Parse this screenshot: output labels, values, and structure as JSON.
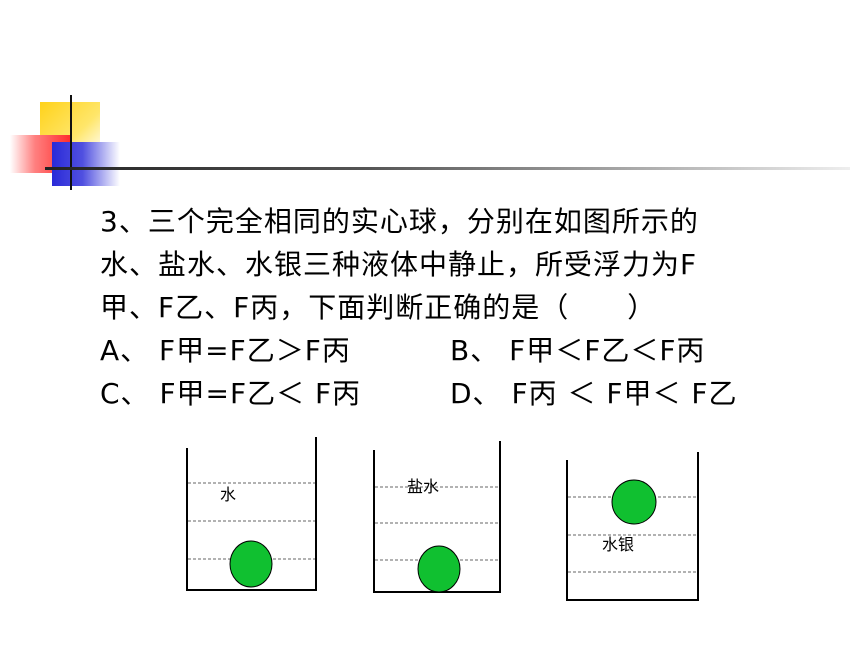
{
  "question": {
    "lines": [
      "3、三个完全相同的实心球，分别在如图所示的",
      "水、盐水、水银三种液体中静止，所受浮力为F",
      "甲、F乙、F丙，下面判断正确的是（　　）"
    ],
    "options": {
      "A": "A、 F甲=F乙＞F丙",
      "B": "B、 F甲＜F乙＜F丙",
      "C": "C、 F甲=F乙＜ F丙",
      "D": "D、 F丙 ＜ F甲＜ F乙"
    }
  },
  "figure": {
    "beakers": [
      {
        "label": "水"
      },
      {
        "label": "盐水"
      },
      {
        "label": "水银"
      }
    ],
    "ball_color": "#10c030"
  }
}
